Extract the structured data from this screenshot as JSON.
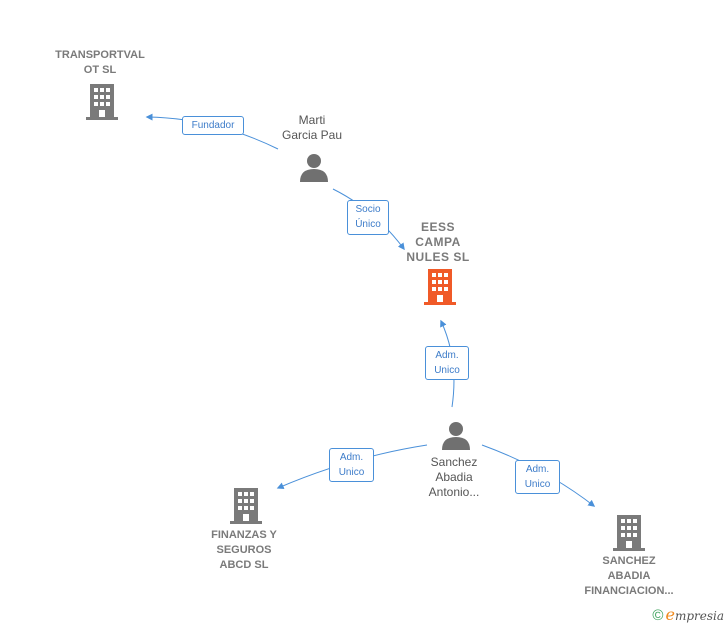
{
  "colors": {
    "edge": "#4a90d9",
    "company": "#7a7a7a",
    "focus_company": "#f05a28",
    "person": "#707070"
  },
  "nodes": {
    "transportval": {
      "label": "TRANSPORTVAL\nOT  SL",
      "icon": "building-icon"
    },
    "marti": {
      "label": "Marti\nGarcia Pau",
      "icon": "person-icon"
    },
    "eess": {
      "label": "EESS\nCAMPA\nNULES  SL",
      "icon": "building-icon"
    },
    "sanchez_person": {
      "label": "Sanchez\nAbadia\nAntonio...",
      "icon": "person-icon"
    },
    "finanzas": {
      "label": "FINANZAS Y\nSEGUROS\nABCD  SL",
      "icon": "building-icon"
    },
    "sanchez_company": {
      "label": "SANCHEZ\nABADIA\nFINANCIACION...",
      "icon": "building-icon"
    }
  },
  "edges": {
    "fundador": "Fundador",
    "socio_unico": "Socio\nÚnico",
    "adm_eess": "Adm.\nUnico",
    "adm_finanzas": "Adm.\nUnico",
    "adm_sanchez": "Adm.\nUnico"
  },
  "brand": {
    "copyright": "©",
    "first_letter": "e",
    "rest": "mpresia"
  }
}
